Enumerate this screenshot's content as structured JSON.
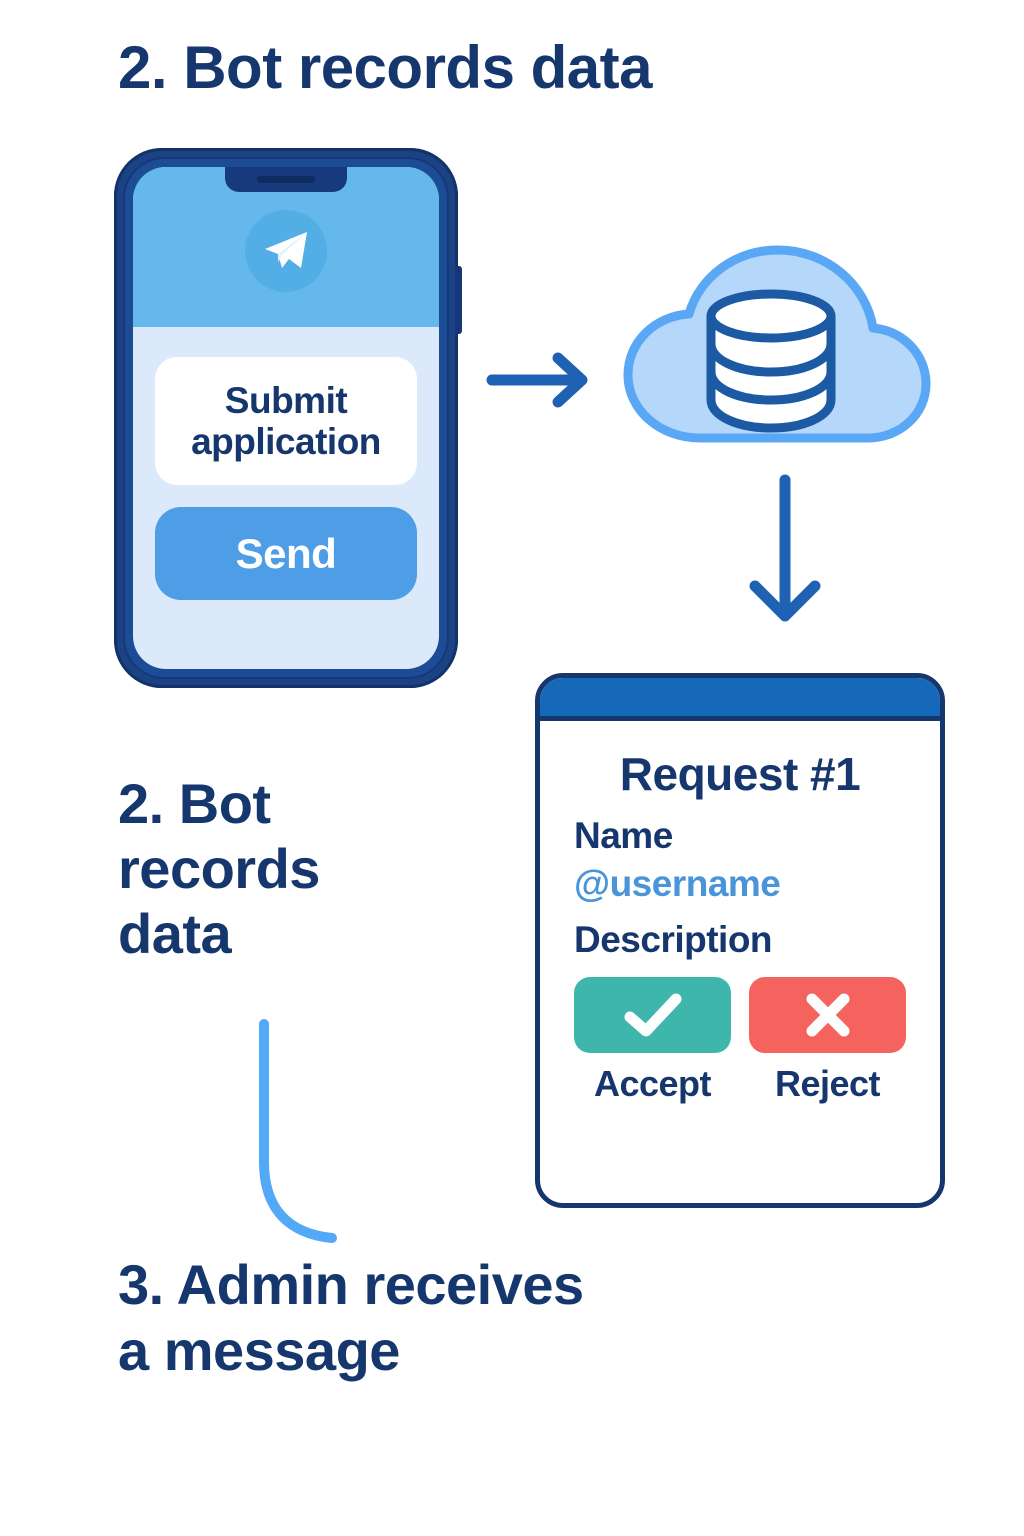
{
  "steps": {
    "title_top": "2. Bot records data",
    "step_middle": "2. Bot\nrecords\ndata",
    "step_bottom": "3. Admin receives\na message"
  },
  "phone": {
    "app_icon": "telegram-paper-plane-icon",
    "message_text": "Submit\napplication",
    "send_label": "Send",
    "colors": {
      "frame": "#1b4384",
      "topbar": "#64b8ec",
      "screen": "#dce9fb",
      "send_button": "#4d9ee6"
    }
  },
  "cloud": {
    "icon": "cloud-database-icon",
    "colors": {
      "cloud_fill": "#b4d7fa",
      "cloud_stroke": "#5aa8f5",
      "db_stroke": "#1c5ba3"
    }
  },
  "arrows": {
    "right_arrow": "arrow-right-icon",
    "down_arrow": "arrow-down-icon",
    "curve": "curved-connector-line",
    "color": "#1f62b4",
    "curve_color": "#53a8f8"
  },
  "request_card": {
    "title": "Request #1",
    "name_label": "Name",
    "username": "@username",
    "description_label": "Description",
    "accept_label": "Accept",
    "reject_label": "Reject",
    "accept_icon": "check-icon",
    "reject_icon": "cross-icon",
    "colors": {
      "header": "#1668b8",
      "border": "#16376e",
      "accept": "#3fb6ac",
      "reject": "#f4635e",
      "username_text": "#4a94d8"
    }
  }
}
